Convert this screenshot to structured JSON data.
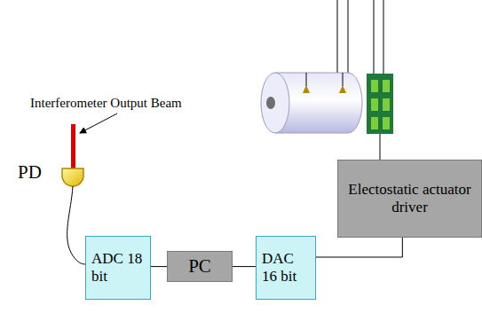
{
  "diagram": {
    "nodes": [
      {
        "text": [
          "ADC 18 bit"
        ]
      },
      {
        "text": [
          "PC"
        ]
      },
      {
        "text": [
          "DAC 16 bit"
        ]
      },
      {
        "text": [
          "Electostatic actuator driver"
        ]
      }
    ],
    "edges": [
      {
        "from": 0,
        "to": 1,
        "arrow": "none"
      },
      {
        "from": 1,
        "to": 2,
        "arrow": "none"
      },
      {
        "from": 2,
        "to": 3,
        "arrow": "none"
      }
    ],
    "labels": [
      "Interferometer Output Beam",
      "PD"
    ]
  }
}
